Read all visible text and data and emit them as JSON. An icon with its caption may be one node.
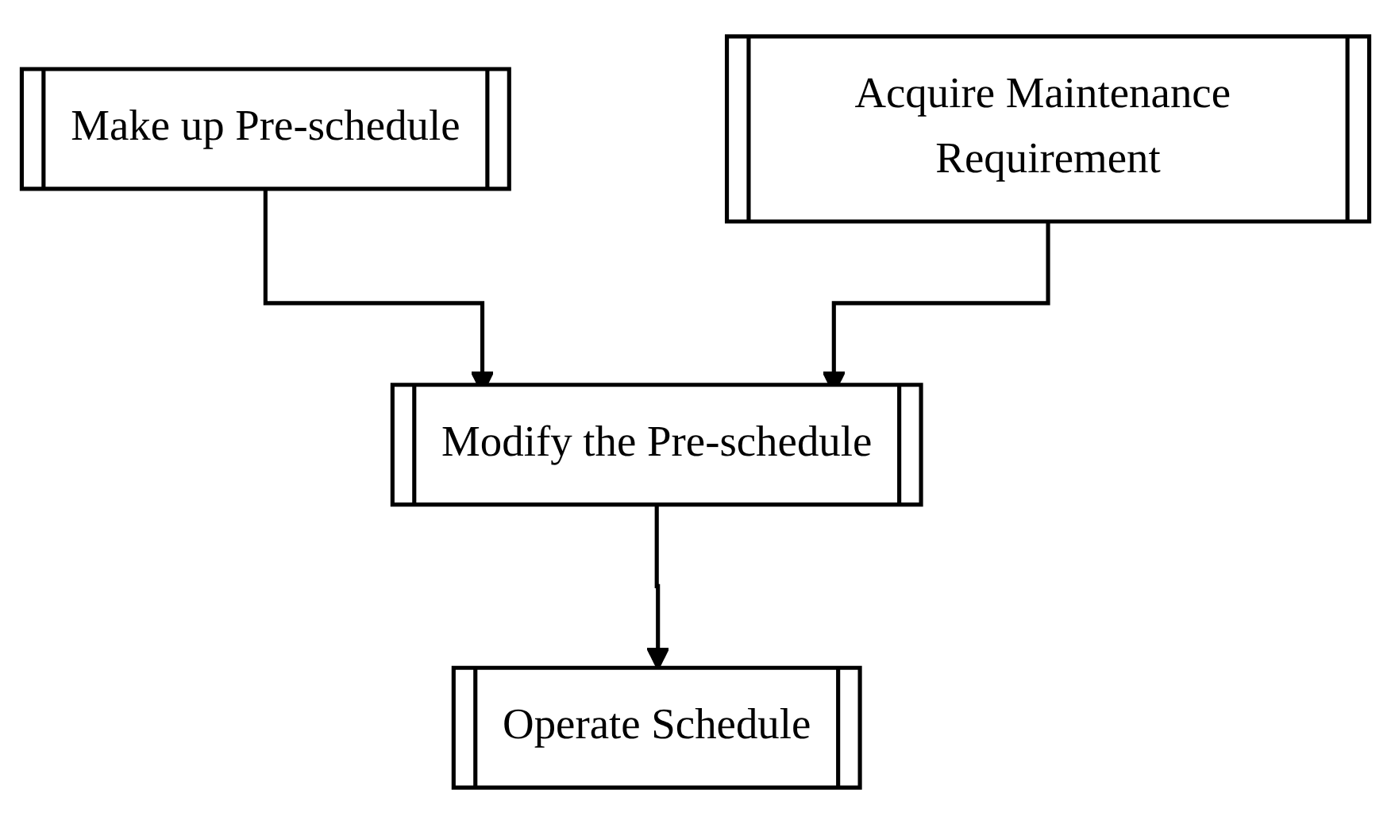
{
  "diagram": {
    "nodes": [
      {
        "text": [
          "Make up Pre-schedule"
        ]
      },
      {
        "text": [
          "Acquire Maintenance Requirement"
        ]
      },
      {
        "text": [
          "Modify the Pre-schedule"
        ]
      },
      {
        "text": [
          "Operate Schedule"
        ]
      }
    ],
    "edges": [
      {
        "from": 0,
        "to": 2,
        "arrow": "to"
      },
      {
        "from": 1,
        "to": 2,
        "arrow": "to"
      },
      {
        "from": 2,
        "to": 3,
        "arrow": "to"
      }
    ]
  }
}
